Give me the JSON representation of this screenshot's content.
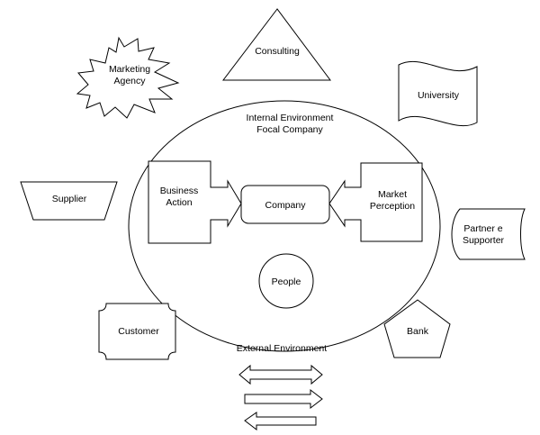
{
  "diagram": {
    "internal_environment": {
      "title_line1": "Internal Environment",
      "title_line2": "Focal Company"
    },
    "company": "Company",
    "business_action": {
      "line1": "Business",
      "line2": "Action"
    },
    "market_perception": {
      "line1": "Market",
      "line2": "Perception"
    },
    "people": "People",
    "consulting": "Consulting",
    "marketing_agency": {
      "line1": "Marketing",
      "line2": "Agency"
    },
    "university": "University",
    "supplier": "Supplier",
    "partner_supporter": {
      "line1": "Partner e",
      "line2": "Supporter"
    },
    "customer": "Customer",
    "bank": "Bank",
    "external_environment": "External Environment"
  },
  "colors": {
    "stroke": "#000000",
    "fill": "#ffffff"
  }
}
